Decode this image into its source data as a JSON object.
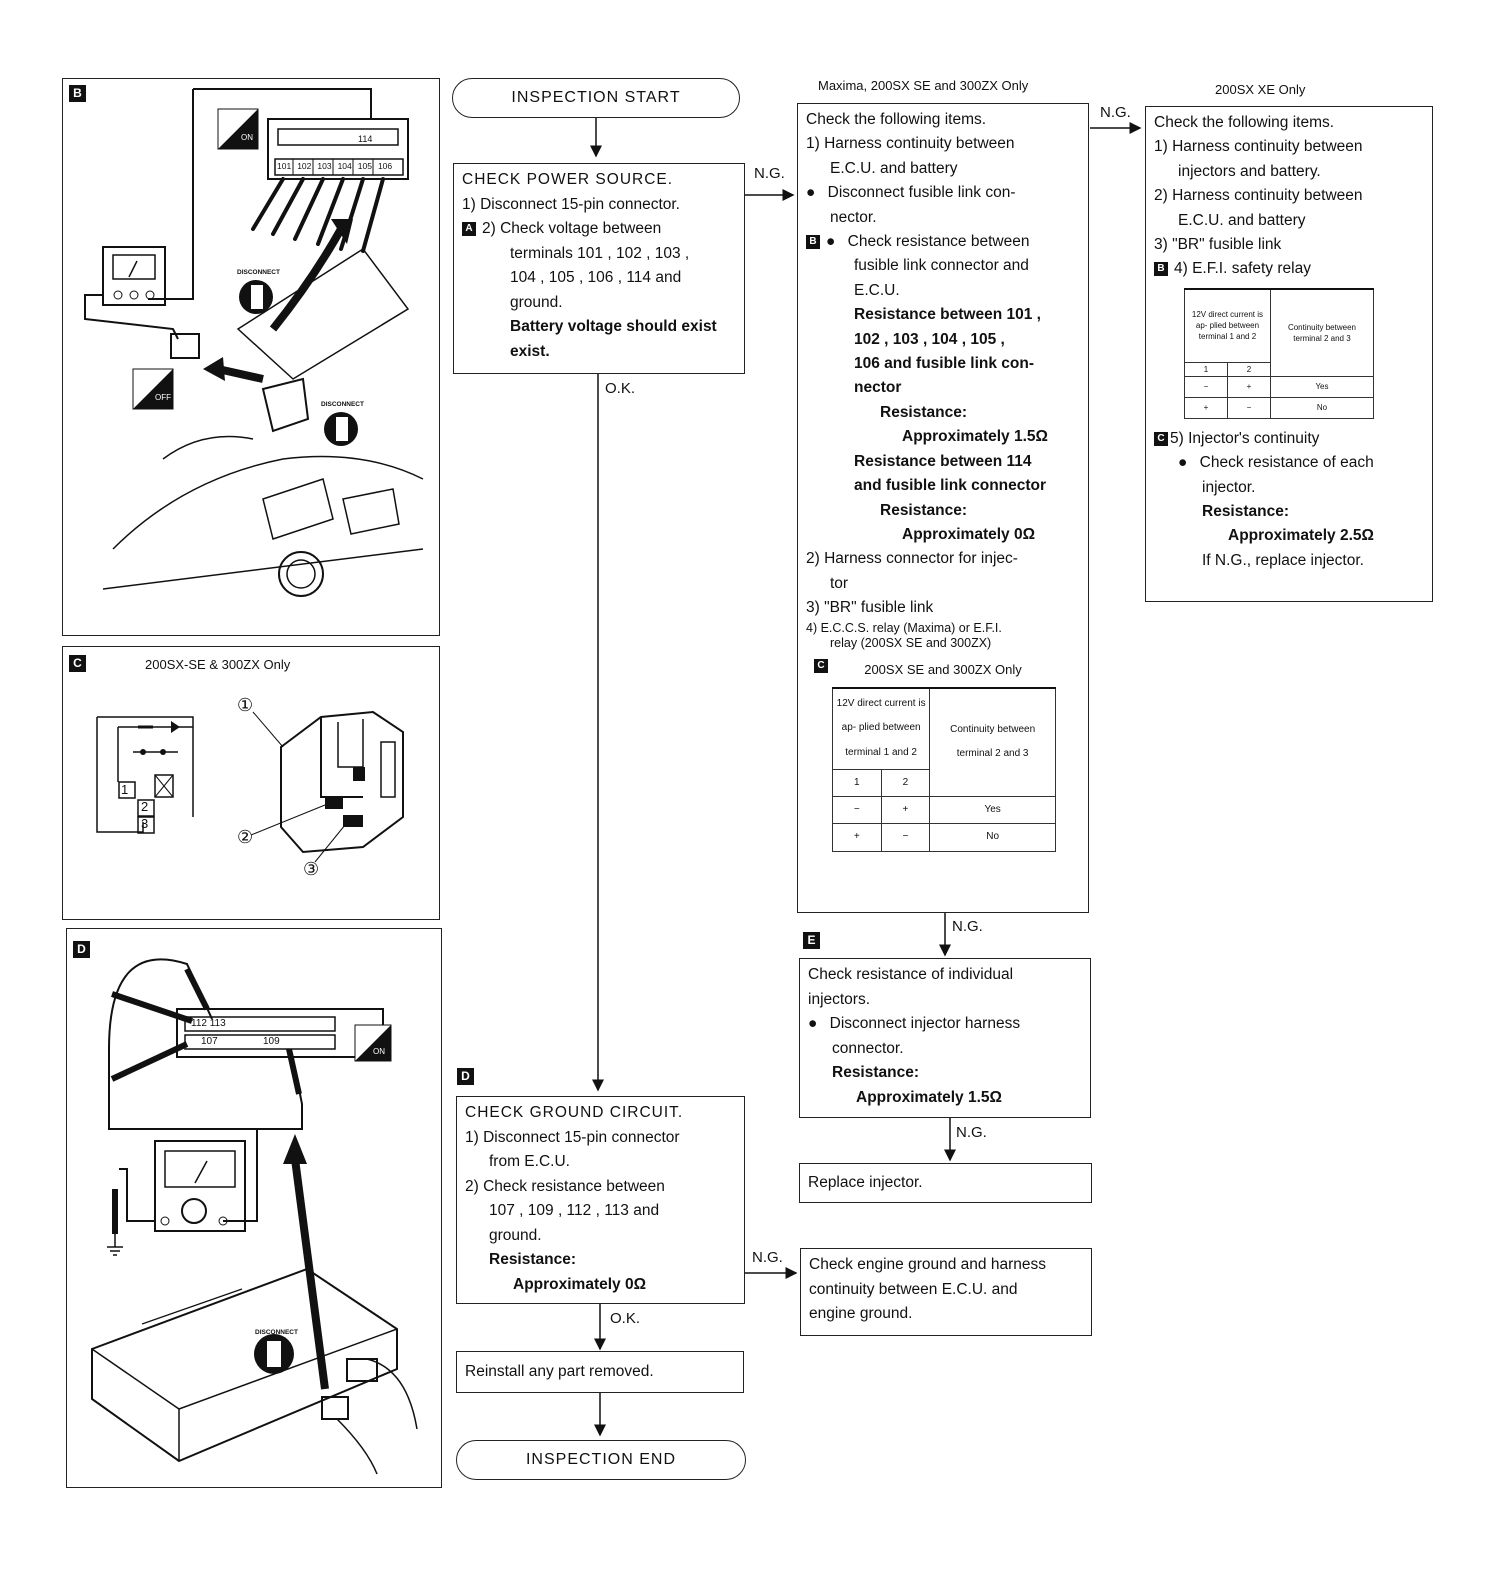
{
  "panels": {
    "b": {
      "tag": "B",
      "terminals_top": "114",
      "terminals_row": [
        "101",
        "102",
        "103",
        "104",
        "105",
        "106"
      ],
      "disconnect_label": "DISCONNECT",
      "disconnect_label2": "DISCONNECT",
      "ignition_top": "ON",
      "ignition_bottom": "OFF"
    },
    "c": {
      "tag": "C",
      "title": "200SX-SE & 300ZX Only",
      "circled": [
        "①",
        "②",
        "③"
      ],
      "terms": [
        "1",
        "2",
        "3"
      ]
    },
    "d": {
      "tag": "D",
      "terminals_top": "112 113",
      "terminals_bottom": [
        "107",
        "109"
      ],
      "disconnect_label": "DISCONNECT",
      "ignition": "ON"
    }
  },
  "flow": {
    "start": "INSPECTION START",
    "end": "INSPECTION END",
    "ok1": "O.K.",
    "ok2": "O.K.",
    "ng1": "N.G.",
    "ng2": "N.G.",
    "ng3": "N.G.",
    "ng4": "N.G.",
    "ng5": "N.G.",
    "power": {
      "title": "CHECK POWER SOURCE.",
      "l1": "1) Disconnect 15-pin connector.",
      "tag": "A",
      "l2": "2) Check voltage between",
      "l3": "terminals 101 , 102 , 103 ,",
      "l4": "104 , 105 , 106 , 114 and",
      "l5": "ground.",
      "l6": "Battery voltage should exist",
      "l7": "exist."
    },
    "ground_tag": "D",
    "ground": {
      "title": "CHECK GROUND CIRCUIT.",
      "l1": "1) Disconnect 15-pin connector",
      "l2": "from E.C.U.",
      "l3": "2) Check resistance between",
      "l4": "107 , 109 , 112 , 113 and",
      "l5": "ground.",
      "l6": "Resistance:",
      "l7": "Approximately 0Ω"
    },
    "reinstall": "Reinstall any part removed.",
    "engine_ground": {
      "l1": "Check engine ground and harness",
      "l2": "continuity between E.C.U. and",
      "l3": "engine ground."
    },
    "maxima": {
      "header": "Maxima, 200SX SE and 300ZX Only",
      "l1": "Check the following items.",
      "l2": "1) Harness continuity between",
      "l3": "E.C.U. and battery",
      "l4": "Disconnect fusible link con-",
      "l5": "nector.",
      "tag": "B",
      "l6": "Check resistance between",
      "l7": "fusible link connector and",
      "l8": "E.C.U.",
      "l9": "Resistance between 101 ,",
      "l10": "102 , 103 , 104 , 105 ,",
      "l11": "106 and fusible link con-",
      "l12": "nector",
      "l13": "Resistance:",
      "l14": "Approximately 1.5Ω",
      "l15": "Resistance between 114",
      "l16": "and fusible link connector",
      "l17": "Resistance:",
      "l18": "Approximately 0Ω",
      "l19": "2) Harness connector for injec-",
      "l20": "tor",
      "l21": "3) \"BR\" fusible link",
      "l22": "4) E.C.C.S. relay (Maxima) or E.F.I.",
      "l23": "relay (200SX SE and 300ZX)",
      "tag2": "C",
      "table_title": "200SX SE and 300ZX Only",
      "table": {
        "h1": "12V direct current is ap- plied between terminal 1 and 2",
        "h2": "Continuity between terminal 2 and 3",
        "c1": "1",
        "c2": "2",
        "rows": [
          [
            "−",
            "+",
            "Yes"
          ],
          [
            "+",
            "−",
            "No"
          ]
        ]
      }
    },
    "xe": {
      "header": "200SX XE Only",
      "l1": "Check the following items.",
      "l2": "1) Harness continuity between",
      "l3": "injectors and battery.",
      "l4": "2) Harness continuity between",
      "l5": "E.C.U. and battery",
      "l6": "3) \"BR\" fusible link",
      "tag": "B",
      "l7": "4) E.F.I. safety relay",
      "table": {
        "h1": "12V direct current is ap- plied between terminal 1 and 2",
        "h2": "Continuity between terminal 2 and 3",
        "c1": "1",
        "c2": "2",
        "rows": [
          [
            "−",
            "+",
            "Yes"
          ],
          [
            "+",
            "−",
            "No"
          ]
        ]
      },
      "tag2": "C",
      "l8": "5) Injector's continuity",
      "l9": "Check resistance of each",
      "l10": "injector.",
      "l11": "Resistance:",
      "l12": "Approximately 2.5Ω",
      "l13": "If N.G., replace injector."
    },
    "injectors": {
      "tag": "E",
      "l1": "Check resistance of individual",
      "l2": "injectors.",
      "l3": "Disconnect injector harness",
      "l4": "connector.",
      "l5": "Resistance:",
      "l6": "Approximately 1.5Ω"
    },
    "replace": "Replace injector."
  }
}
